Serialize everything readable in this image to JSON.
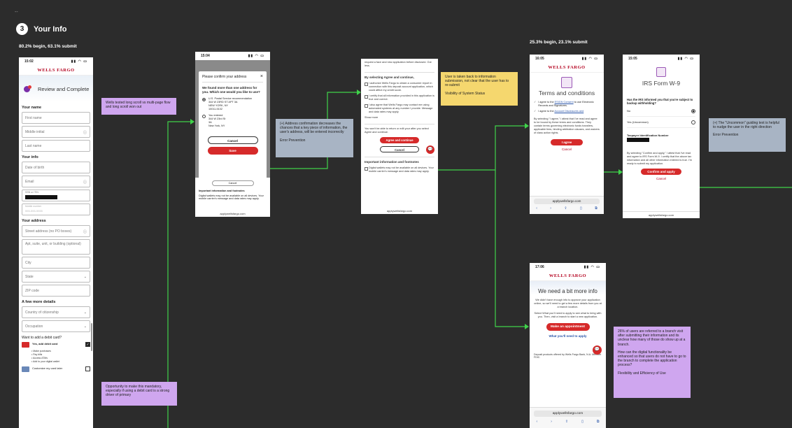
{
  "board": {
    "dash": "--",
    "step_number": "3",
    "step_title": "Your Info",
    "stat_left": "80.2% begin, 63.1% submit",
    "stat_right": "25.3% begin, 23.1% submit"
  },
  "phone1": {
    "time": "15:02",
    "logo": "WELLS FARGO",
    "hero_title": "Review and Complete",
    "sec_name": "Your name",
    "first_name": "First name",
    "middle_initial": "Middle initial",
    "last_name": "Last name",
    "sec_info": "Your info",
    "dob": "Date of birth",
    "email": "Email",
    "ssn_label": "SSN or ITIN",
    "phone_label": "Mobile number",
    "phone_placeholder": "555-555-5555",
    "sec_address": "Your address",
    "street": "Street address (no PO boxes)",
    "apt": "Apt, suite, unit, or building (optional)",
    "city": "City",
    "state": "State",
    "zip": "ZIP code",
    "sec_more": "A few more details",
    "citizenship": "Country of citizenship",
    "occupation": "Occupation",
    "debit_q": "Want to add a debit card?",
    "debit_yes": "Yes, add debit card",
    "bullets": [
      "Make purchases",
      "Pay bills",
      "Access ATMs",
      "Add to your digital wallet"
    ],
    "custom_card": "Customize my card later"
  },
  "phone2": {
    "time": "15:04",
    "modal_title": "Please confirm your address",
    "modal_q": "We found more than one address for you. Which one would you like to use?",
    "opt1_title": "U.S. Postal Service recommendation",
    "opt1_l1": "344 W 23RD ST APT 3A",
    "opt1_l2": "NEW YORK, NY",
    "opt1_l3": "10011-5102",
    "opt2_title": "You entered",
    "opt2_l1": "344 W 23rd St",
    "opt2_l2": "3A",
    "opt2_l3": "New York, NY",
    "cancel": "Cancel",
    "save": "Save",
    "below_cancel": "Cancel",
    "below_head": "Important information and footnotes",
    "below_text": "Digital wallets may not be available on all devices. Your mobile carrier's message and data rates may apply.",
    "url": "applywellsfargo.com"
  },
  "phone3": {
    "top_text": "request a face and new application before disclosed. Out less.",
    "head": "By selecting Agree and continue,",
    "li1": "I authorize Wells Fargo to obtain a consumer report in connection with this deposit account application, which could affect my credit score.",
    "li2": "I certify that all information provided in this application is true and correct.",
    "li3": "I also agree that Wells Fargo may contact me using automated systems at any number I provide. Message and data rates may apply.",
    "show_more": "Show more",
    "notice": "You won't be able to return or edit your after you select Agree and continue.",
    "agree": "Agree and continue",
    "cancel": "Cancel",
    "foot_head": "Important information and footnotes",
    "foot_text": "Digital wallets may not be available on all devices. Your mobile carrier's message and data rates may apply.",
    "url": "applywellsfargo.com"
  },
  "phone4": {
    "time": "16:05",
    "logo": "WELLS FARGO",
    "title": "Terms and conditions",
    "row1_pre": "I agree to the ",
    "row1_link": "ESIGN Consent",
    "row1_post": " to use Electronic Records and Signatures.",
    "row2_pre": "I agree to the ",
    "row2_link": "Account Disclosures and",
    "para": "By selecting \"I agree,\" I attest that I've read and agree to be bound by these terms and conditions. They contain terms governing electronic funds transfers, applicable fees, binding arbitration clauses, and waivers of class action rights.",
    "agree": "I agree",
    "cancel": "Cancel",
    "url": "applywellsfargo.com"
  },
  "phone5": {
    "time": "15:05",
    "title": "IRS Form W-9",
    "q": "Has the IRS informed you that you're subject to backup withholding?",
    "opt_no": "No",
    "opt_yes": "Yes (Uncommon)",
    "tin": "Taxpayer Identification Number",
    "para": "By selecting \"Confirm and apply,\" I attest that I've read and agree to IRS Form W-9. I certify that the above tax information and all other information entered is true. I'm ready to submit my application.",
    "confirm": "Confirm and apply",
    "cancel": "Cancel",
    "url": "applywellsfargo.com"
  },
  "phone6": {
    "time": "17:06",
    "logo": "WELLS FARGO",
    "title": "We need a bit more info",
    "para1": "We didn't have enough info to approve your application online, so we'll need to get a few more details from you at a branch location.",
    "para2": "Select What you'll need to apply to see what to bring with you. Then, visit a branch to start a new application.",
    "btn": "Make an appointment",
    "link": "What you'll need to apply",
    "foot": "Deposit products offered by Wells Fargo Bank, N.A. Member FDIC.",
    "url": "applywellsfargo.com"
  },
  "notes": {
    "n1": "Wells tested long scroll vs multi-page flow and long scroll won out",
    "n2a": "(+) Address confirmation decreases the chances that a key piece of information, the user's address, will be entered incorrectly",
    "n2b": "Error Prevention",
    "n3a": "User is taken back to information submission, not clear that the user has to re-submit",
    "n3b": "Visibility of System Status",
    "n4a": "(+) The \"Uncommon\" guiding text is helpful to nudge the user in the right direction",
    "n4b": "Error Prevention",
    "n5": "Opportunity to make this mandatory, especially if using a debit card is a strong driver of primary",
    "n6a": "26% of users are referred to a branch visit after submitting their information and its unclear how many of those do show up at a branch.",
    "n6b": "How can the digital functionality be enhanced so that users do not have to go to the branch to complete the application process?",
    "n6c": "Flexibility and Efficiency of Use"
  }
}
